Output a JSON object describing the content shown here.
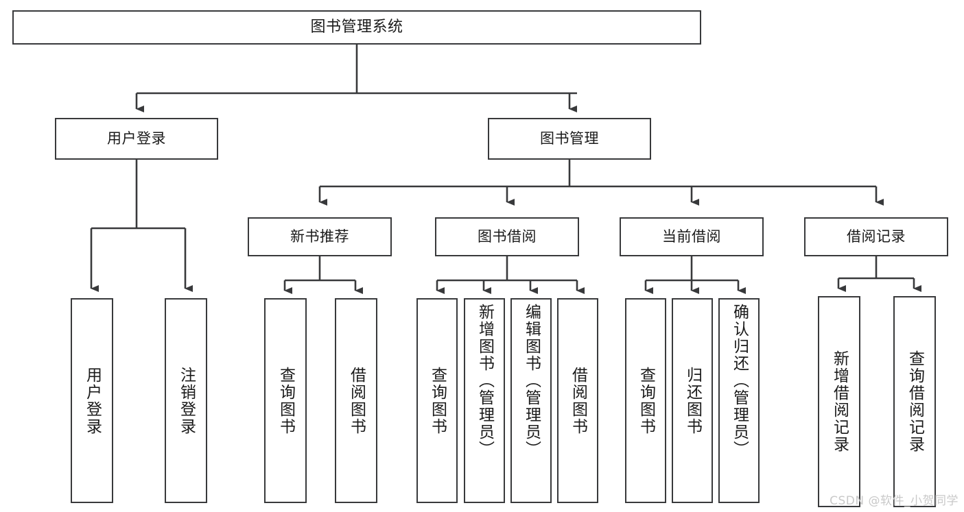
{
  "diagram": {
    "type": "tree-hierarchy",
    "title": "图书管理系统",
    "orientation": "top-down",
    "colors": {
      "node_border": "#38393b",
      "node_fill": "#ffffff",
      "edge": "#38393b",
      "text": "#1a1a1a",
      "watermark": "#c9c9c9",
      "background": "#ffffff"
    },
    "levels": 4
  },
  "nodes": {
    "root": {
      "label": "图书管理系统"
    },
    "level2": [
      {
        "id": "user-login",
        "label": "用户登录"
      },
      {
        "id": "book-management",
        "label": "图书管理"
      }
    ],
    "level3": [
      {
        "id": "new-book-recommend",
        "label": "新书推荐"
      },
      {
        "id": "book-borrow",
        "label": "图书借阅"
      },
      {
        "id": "current-borrow",
        "label": "当前借阅"
      },
      {
        "id": "borrow-record",
        "label": "借阅记录"
      }
    ],
    "leaves": {
      "user_login": [
        {
          "id": "leaf-user-login",
          "label": "用户登录"
        },
        {
          "id": "leaf-logout-login",
          "label": "注销登录"
        }
      ],
      "new_book_recommend": [
        {
          "id": "leaf-query-book-1",
          "label": "查询图书"
        },
        {
          "id": "leaf-borrow-book-1",
          "label": "借阅图书"
        }
      ],
      "book_borrow": [
        {
          "id": "leaf-query-book-2",
          "label": "查询图书"
        },
        {
          "id": "leaf-add-book",
          "label": "新增图书（管理员）"
        },
        {
          "id": "leaf-edit-book",
          "label": "编辑图书（管理员）"
        },
        {
          "id": "leaf-borrow-book-2",
          "label": "借阅图书"
        }
      ],
      "current_borrow": [
        {
          "id": "leaf-query-book-3",
          "label": "查询图书"
        },
        {
          "id": "leaf-return-book",
          "label": "归还图书"
        },
        {
          "id": "leaf-confirm-return",
          "label": "确认归还（管理员）"
        }
      ],
      "borrow_record": [
        {
          "id": "leaf-add-record",
          "label": "新增借阅记录"
        },
        {
          "id": "leaf-query-record",
          "label": "查询借阅记录"
        }
      ]
    }
  },
  "watermark": {
    "text": "CSDN @软件_小贺同学"
  }
}
